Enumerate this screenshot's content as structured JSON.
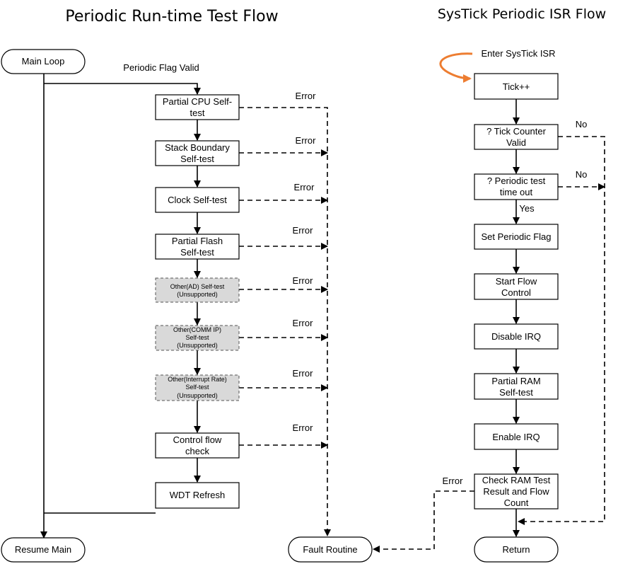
{
  "titles": {
    "left": "Periodic Run-time Test Flow",
    "right": "SysTick Periodic ISR Flow"
  },
  "left_flow": {
    "main_loop": "Main Loop",
    "periodic_flag_valid": "Periodic Flag Valid",
    "partial_cpu": [
      "Partial CPU Self-",
      "test"
    ],
    "stack_boundary": [
      "Stack Boundary",
      "Self-test"
    ],
    "clock": "Clock Self-test",
    "partial_flash": [
      "Partial Flash",
      "Self-test"
    ],
    "other_ad": [
      "Other(AD) Self-test",
      "(Unsupported)"
    ],
    "other_comm": [
      "Other(COMM IP)",
      "Self-test",
      "(Unsupported)"
    ],
    "other_irq_rate": [
      "Other(Interrupt Rate)",
      "Self-test",
      "(Unsupported)"
    ],
    "control_flow": [
      "Control flow",
      "check"
    ],
    "wdt_refresh": "WDT Refresh",
    "resume_main": "Resume Main",
    "fault_routine": "Fault Routine",
    "error_label": "Error"
  },
  "right_flow": {
    "enter_isr": "Enter SysTick ISR",
    "tick": "Tick++",
    "tick_counter_valid": [
      "? Tick Counter",
      "Valid"
    ],
    "periodic_timeout": [
      "?  Periodic test",
      "time out"
    ],
    "no_label": "No",
    "yes_label": "Yes",
    "set_flag": "Set Periodic Flag",
    "start_flow": [
      "Start Flow",
      "Control"
    ],
    "disable_irq": "Disable IRQ",
    "partial_ram": [
      "Partial RAM",
      "Self-test"
    ],
    "enable_irq": "Enable IRQ",
    "check_ram": [
      "Check RAM Test",
      "Result and Flow",
      "Count"
    ],
    "return": "Return",
    "error_label": "Error"
  },
  "colors": {
    "entry_arrow": "#ed7d31",
    "unsupported_fill": "#d9d9d9"
  }
}
